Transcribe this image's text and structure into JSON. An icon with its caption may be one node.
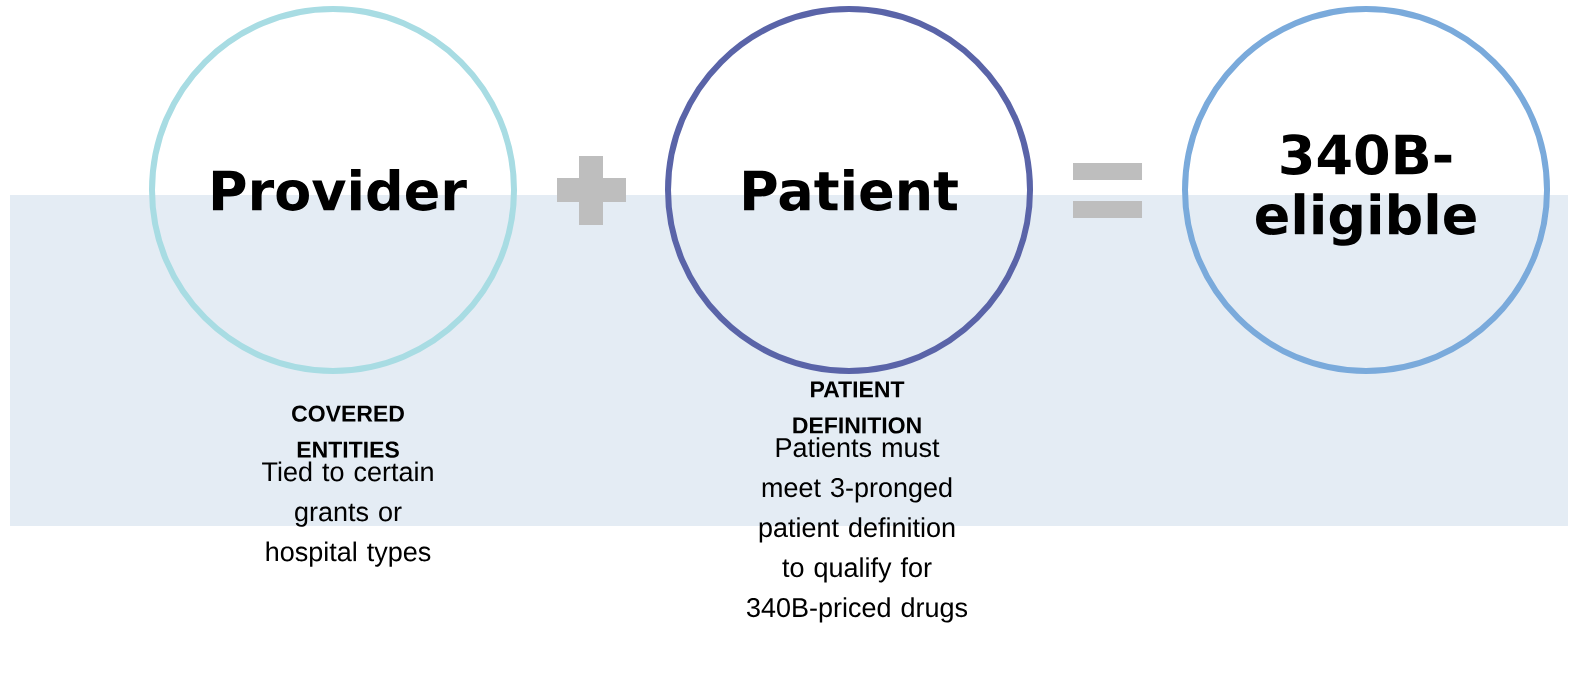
{
  "diagram": {
    "nodes": [
      {
        "text": [
          "Provider"
        ],
        "beside": [
          "COVERED ENTITIES",
          "Tied to certain grants or hospital types"
        ]
      },
      {
        "text": [
          "Patient"
        ],
        "beside": [
          "PATIENT DEFINITION",
          "Patients must meet 3-pronged patient definition to qualify for 340B-priced drugs"
        ]
      },
      {
        "text": [
          "340B-eligible"
        ]
      }
    ]
  }
}
